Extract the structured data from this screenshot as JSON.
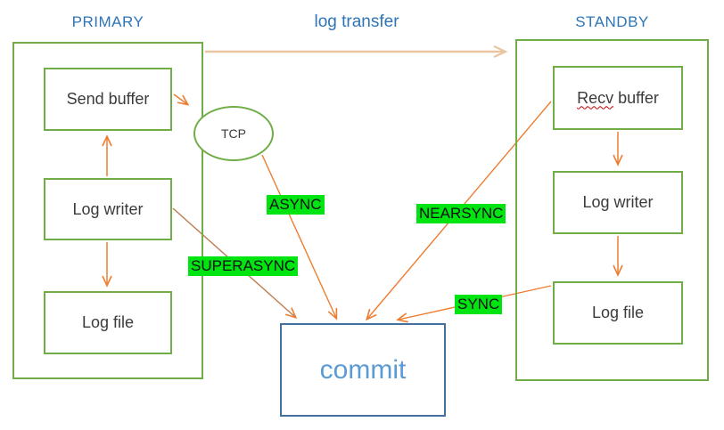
{
  "titles": {
    "primary": "PRIMARY",
    "log_transfer": "log transfer",
    "standby": "STANDBY"
  },
  "primary": {
    "send_buffer": "Send buffer",
    "log_writer": "Log writer",
    "log_file": "Log file"
  },
  "standby": {
    "recv_word": "Recv",
    "recv_rest": "buffer",
    "log_writer": "Log writer",
    "log_file": "Log file"
  },
  "tcp_label": "TCP",
  "commit_label": "commit",
  "modes": {
    "async": "ASYNC",
    "nearsync": "NEARSYNC",
    "superasync": "SUPERASYNC",
    "sync": "SYNC"
  },
  "colors": {
    "box_border_green": "#70AD47",
    "arrow_orange": "#ED7D31",
    "superasync_line": "#BE7B52",
    "log_transfer_line": "#E9C5A2",
    "heading_blue": "#2E75B6",
    "commit_border": "#41719C",
    "commit_text": "#5B9BD5",
    "highlight_green": "#00E412",
    "spellcheck_red": "#C00000",
    "box_text": "#3b3b3b"
  }
}
